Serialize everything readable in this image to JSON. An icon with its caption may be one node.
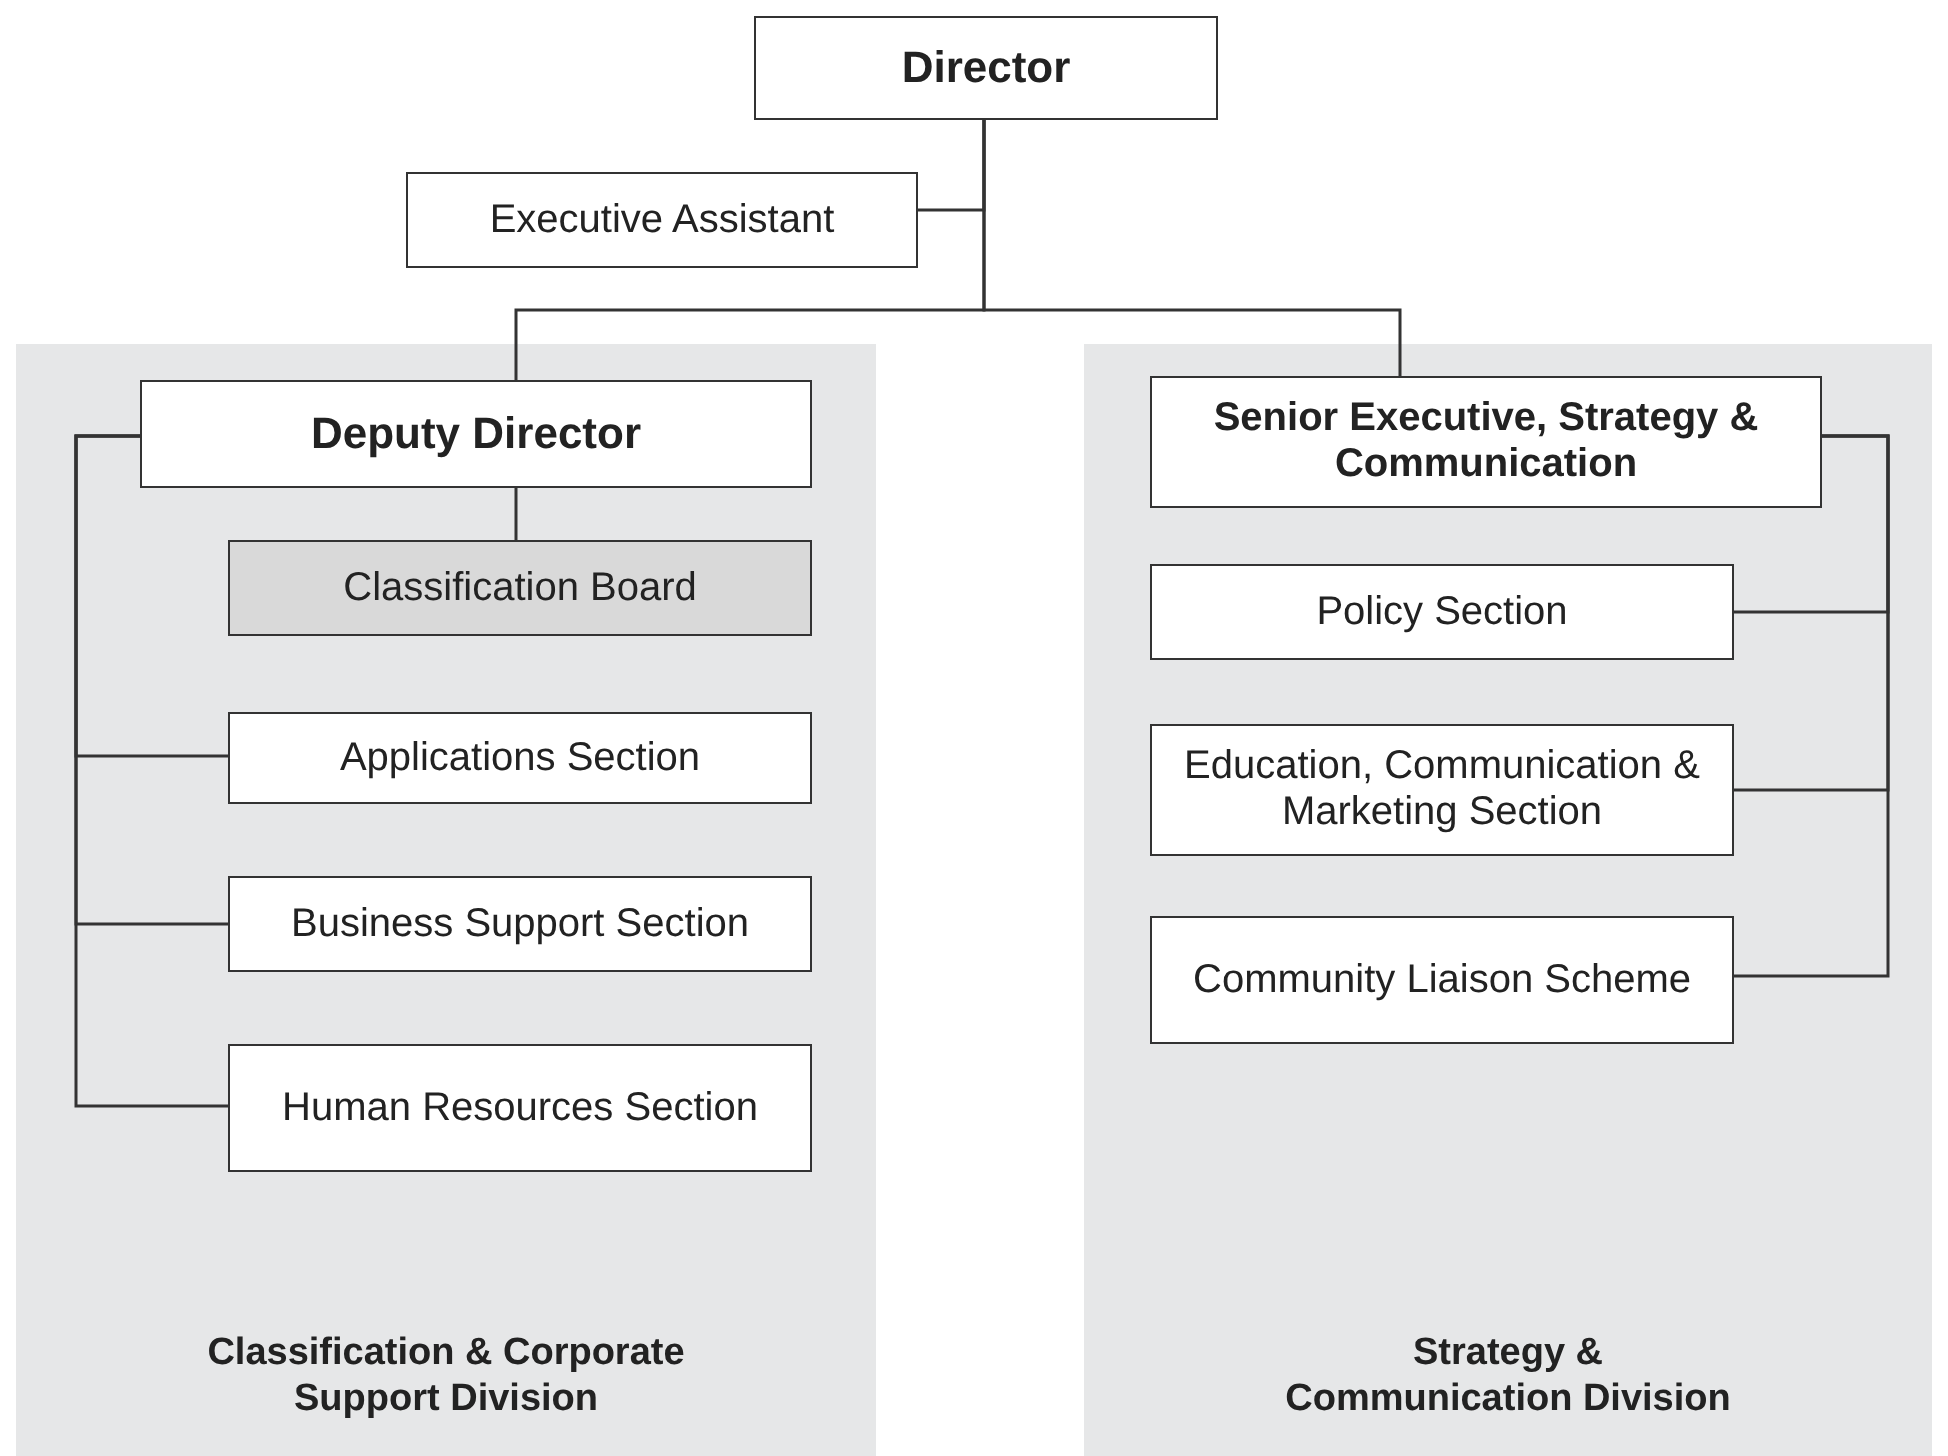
{
  "diagram": {
    "nodes": [
      {
        "text": [
          "Director"
        ]
      },
      {
        "text": [
          "Executive Assistant"
        ]
      },
      {
        "text": [
          "Classification & Corporate Support Division"
        ]
      },
      {
        "text": [
          "Deputy Director"
        ],
        "in": 2
      },
      {
        "text": [
          "Classification Board"
        ],
        "in": 2
      },
      {
        "text": [
          "Applications Section"
        ],
        "in": 2
      },
      {
        "text": [
          "Business Support Section"
        ],
        "in": 2
      },
      {
        "text": [
          "Human Resources Section"
        ],
        "in": 2
      },
      {
        "text": [
          "Strategy & Communication Division"
        ]
      },
      {
        "text": [
          "Senior Executive, Strategy & Communication"
        ],
        "in": 8
      },
      {
        "text": [
          "Policy Section"
        ],
        "in": 8
      },
      {
        "text": [
          "Education, Communication & Marketing Section"
        ],
        "in": 8
      },
      {
        "text": [
          "Community Liaison Scheme"
        ],
        "in": 8
      }
    ],
    "edges": [
      {
        "from": 0,
        "to": 1,
        "arrow": "none"
      },
      {
        "from": 0,
        "to": 3,
        "arrow": "none"
      },
      {
        "from": 0,
        "to": 9,
        "arrow": "none"
      },
      {
        "from": 3,
        "to": 4,
        "arrow": "none"
      },
      {
        "from": 3,
        "to": 5,
        "arrow": "none"
      },
      {
        "from": 3,
        "to": 6,
        "arrow": "none"
      },
      {
        "from": 3,
        "to": 7,
        "arrow": "none"
      },
      {
        "from": 9,
        "to": 10,
        "arrow": "none"
      },
      {
        "from": 9,
        "to": 11,
        "arrow": "none"
      },
      {
        "from": 9,
        "to": 12,
        "arrow": "none"
      }
    ]
  }
}
